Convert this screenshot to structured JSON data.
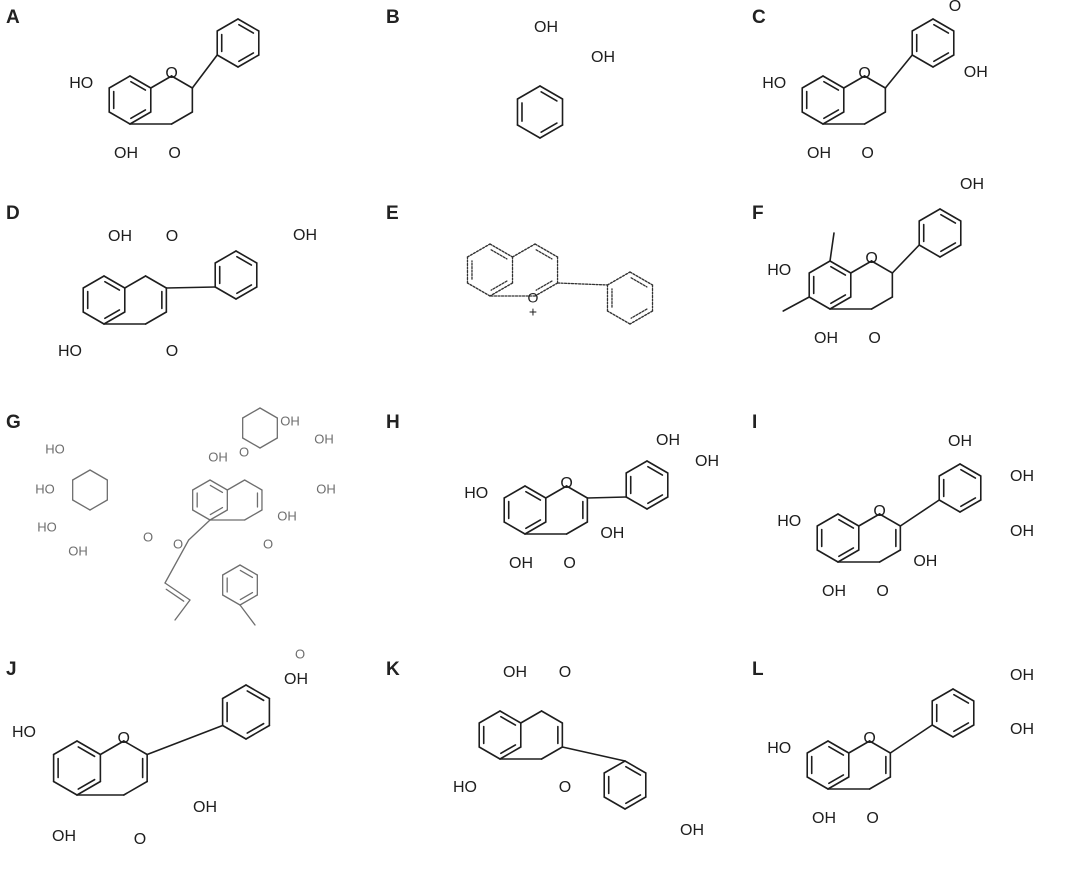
{
  "panels": [
    {
      "label": "A"
    },
    {
      "label": "B"
    },
    {
      "label": "C"
    },
    {
      "label": "D"
    },
    {
      "label": "E"
    },
    {
      "label": "F"
    },
    {
      "label": "G"
    },
    {
      "label": "H"
    },
    {
      "label": "I"
    },
    {
      "label": "J"
    },
    {
      "label": "K"
    },
    {
      "label": "L"
    }
  ],
  "atoms": {
    "oh": "OH",
    "ho": "HO",
    "o": "O",
    "o_plus": "O",
    "charge": "+"
  }
}
